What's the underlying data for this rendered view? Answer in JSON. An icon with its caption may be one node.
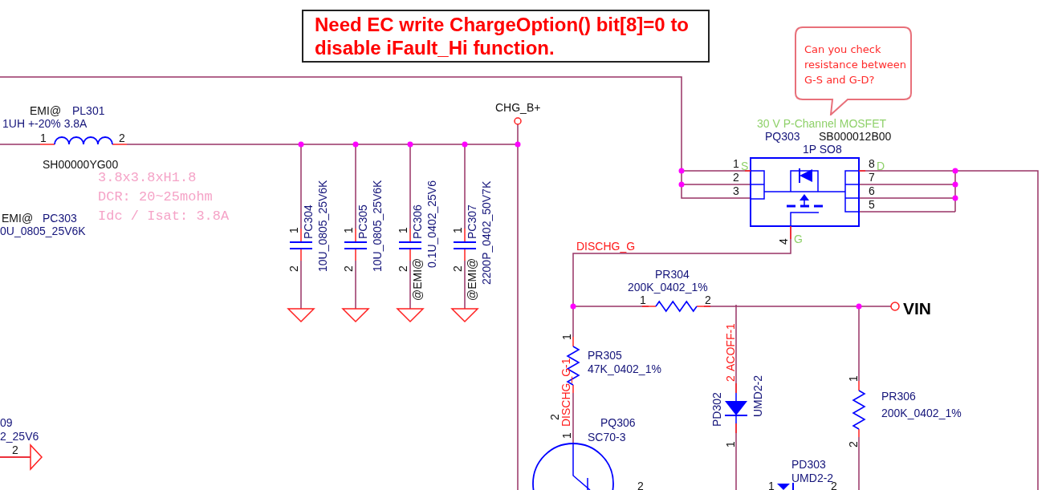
{
  "diagram": {
    "nodes": [
      {
        "text": [
          "Need EC write ChargeOption() bit[8]=0 to disable iFault_Hi function."
        ]
      },
      {
        "text": [
          "Can you check resistance between G-S and G-D?"
        ]
      }
    ],
    "labels": [
      "EMI@",
      "PL301",
      "1UH +-20% 3.8A",
      "1",
      "2",
      "SH00000YG00",
      "3.8x3.8xH1.8",
      "DCR: 20~25mohm",
      "EMI@",
      "PC303",
      "Idc / Isat: 3.8A",
      "0U_0805_25V6K",
      "CHG_B+",
      "1",
      "PC304",
      "10U_0805_25V6K",
      "2",
      "1",
      "PC305",
      "10U_0805_25V6K",
      "2",
      "1",
      "PC306",
      "@EMI@",
      "0.1U_0402_25V6",
      "2",
      "1",
      "PC307",
      "@EMI@",
      "2200P_0402_50V7K",
      "2",
      "30 V P-Channel MOSFET",
      "PQ303",
      "SB000012B00",
      "1P SO8",
      "1",
      "S",
      "2",
      "3",
      "8",
      "D",
      "7",
      "6",
      "5",
      "4",
      "G",
      "DISCHG_G",
      "PR304",
      "200K_0402_1%",
      "1",
      "2",
      "VIN",
      "1",
      "PR305",
      "47K_0402_1%",
      "DISCHG_G-1",
      "2",
      "1",
      "ACOFF-1",
      "2",
      "PD302",
      "UMD2-2",
      "1",
      "PQ306",
      "SC70-3",
      "PD303",
      "UMD2-2",
      "PR306",
      "200K_0402_1%",
      "1",
      "2",
      "2",
      "1",
      "2",
      "09",
      "2_25V6",
      "2"
    ]
  }
}
